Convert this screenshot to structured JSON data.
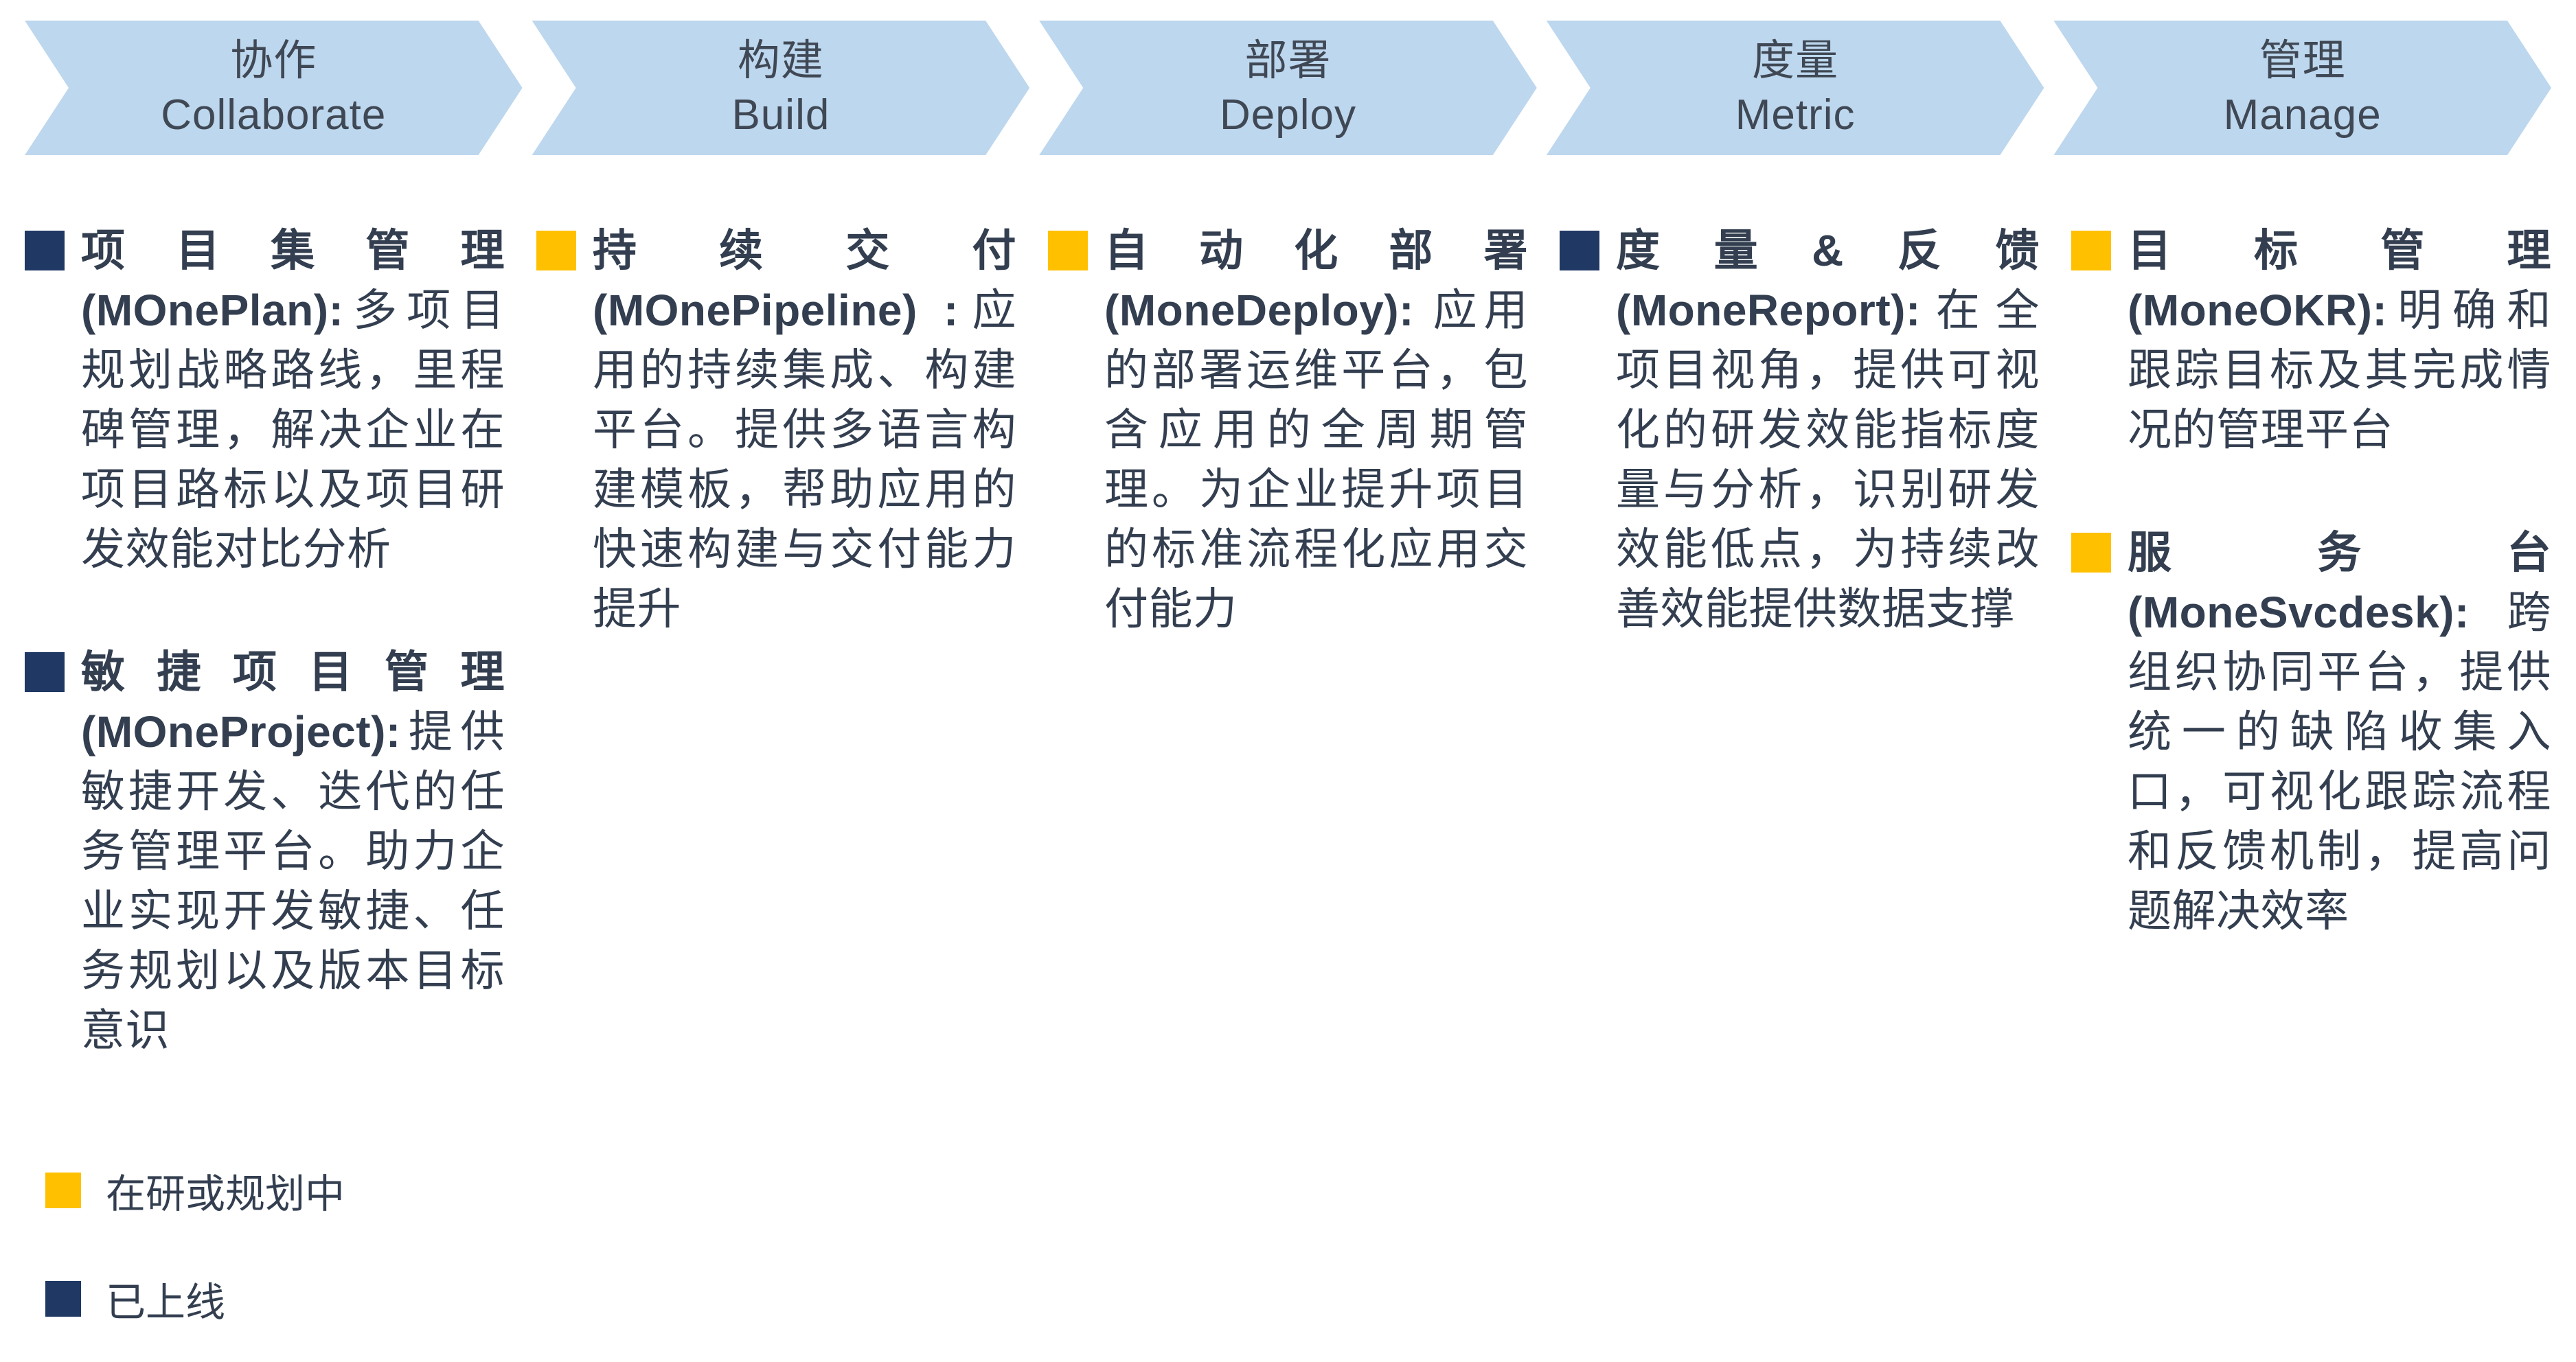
{
  "colors": {
    "chevron_bg": "#BDD7EE",
    "chevron_text": "#3F4854",
    "body_text": "#333F50",
    "online": "#1F3864",
    "planning": "#FFC000"
  },
  "stages": [
    {
      "zh": "协作",
      "en": "Collaborate",
      "items": [
        {
          "status": "online",
          "title": "项目集管理(MOnePlan):",
          "desc": "多项目规划战略路线，里程碑管理，解决企业在项目路标以及项目研发效能对比分析"
        },
        {
          "status": "online",
          "title": "敏捷项目管理(MOneProject):",
          "desc": "提供敏捷开发、迭代的任务管理平台。助力企业实现开发敏捷、任务规划以及版本目标意识"
        }
      ]
    },
    {
      "zh": "构建",
      "en": "Build",
      "items": [
        {
          "status": "planning",
          "title": "持续交付(MOnePipeline) :",
          "desc": "应用的持续集成、构建平台。提供多语言构建模板，帮助应用的快速构建与交付能力提升"
        }
      ]
    },
    {
      "zh": "部署",
      "en": "Deploy",
      "items": [
        {
          "status": "planning",
          "title": "自动化部署(MoneDeploy): ",
          "desc": "应用的部署运维平台，包含应用的全周期管理。为企业提升项目的标准流程化应用交付能力"
        }
      ]
    },
    {
      "zh": "度量",
      "en": "Metric",
      "items": [
        {
          "status": "online",
          "title": "度量&反馈(MoneReport):",
          "desc": "在全项目视角，提供可视化的研发效能指标度量与分析，识别研发效能低点，为持续改善效能提供数据支撑"
        }
      ]
    },
    {
      "zh": "管理",
      "en": "Manage",
      "items": [
        {
          "status": "planning",
          "title": "目标管理(MoneOKR):",
          "desc": "明确和跟踪目标及其完成情况的管理平台"
        },
        {
          "status": "planning",
          "title": "服务台(MoneSvcdesk):",
          "desc": "跨组织协同平台，提供统一的缺陷收集入口，可视化跟踪流程和反馈机制，提高问题解决效率"
        }
      ]
    }
  ],
  "legend": [
    {
      "status": "planning",
      "label": "在研或规划中"
    },
    {
      "status": "online",
      "label": "已上线"
    }
  ]
}
